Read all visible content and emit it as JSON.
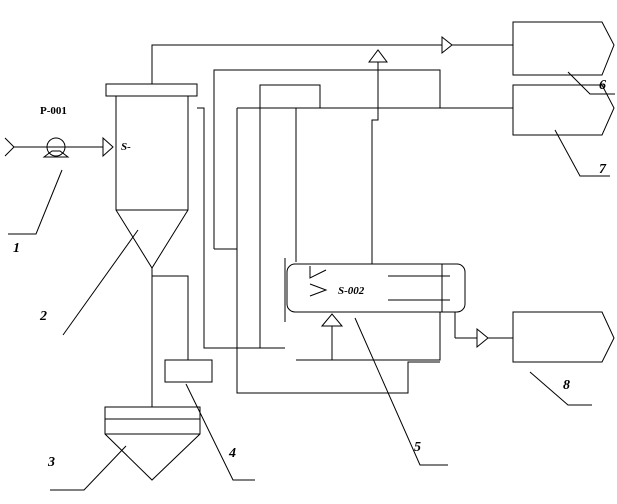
{
  "pump_tag": "P-001",
  "hopper_tag": "S-",
  "separator_tag": "S-002",
  "callouts": {
    "c1": "1",
    "c2": "2",
    "c3": "3",
    "c4": "4",
    "c5": "5",
    "c6": "6",
    "c7": "7",
    "c8": "8"
  }
}
